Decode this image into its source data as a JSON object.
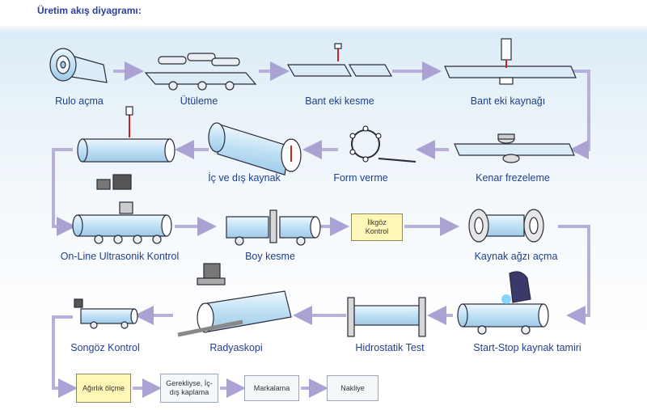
{
  "title": "Üretim akış diyagramı:",
  "steps": {
    "rulo": "Rulo açma",
    "utuleme": "Ütüleme",
    "bant_kesme": "Bant eki kesme",
    "bant_kaynak": "Bant eki kaynağı",
    "kenar": "Kenar frezeleme",
    "form": "Form verme",
    "ic_dis": "İç ve dış kaynak",
    "online": "On-Line Ultrasonik Kontrol",
    "boy": "Boy kesme",
    "ilkgoz": "İlkgöz Kontrol",
    "kaynak_agzi": "Kaynak ağzı açma",
    "start_stop": "Start-Stop kaynak tamiri",
    "hidro": "Hidrostatik Test",
    "radyo": "Radyaskopi",
    "songoz": "Songöz Kontrol",
    "agirlik": "Ağırlık ölçme",
    "gerekliyse": "Gerekliyse, İç-dış kaplama",
    "markalama": "Markalama",
    "nakliye": "Nakliye"
  },
  "colors": {
    "arrow": "#b7b0d8",
    "label": "#1f3f8f",
    "pipe": "#cfe6f6",
    "pipe_stroke": "#2a2a3a"
  }
}
